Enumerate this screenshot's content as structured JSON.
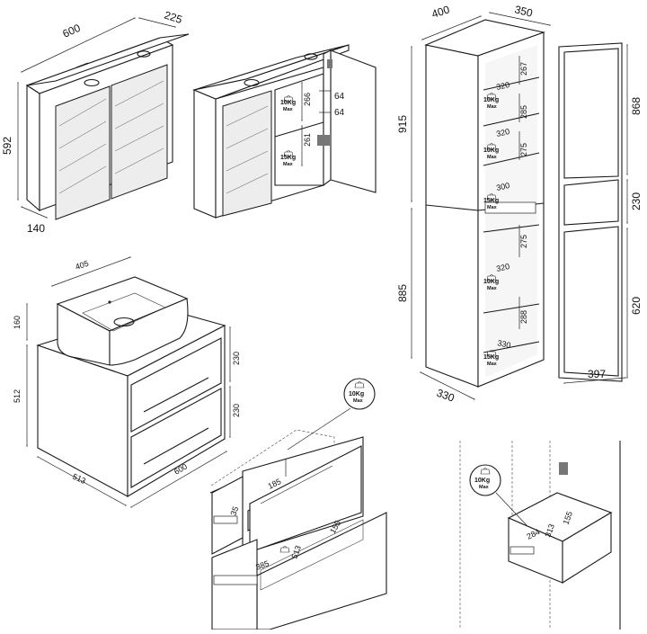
{
  "labels": {
    "mirror_width": "600",
    "mirror_depth": "225",
    "mirror_height": "592",
    "mirror_bottom_depth": "140",
    "mirror_open_266": "266",
    "mirror_open_261": "261",
    "mirror_open_64a": "64",
    "mirror_open_64b": "64",
    "tall_width": "400",
    "tall_depth": "350",
    "tall_upper_height": "915",
    "tall_lower_height": "885",
    "tall_bottom_depth": "330",
    "tall_int_267": "267",
    "tall_int_285": "285",
    "tall_int_275a": "275",
    "tall_int_275b": "275",
    "tall_int_288": "288",
    "tall_int_320a": "320",
    "tall_int_320b": "320",
    "tall_int_300": "300",
    "tall_int_320c": "320",
    "tall_int_330": "330",
    "tall_front_868": "868",
    "tall_front_230": "230",
    "tall_front_620": "620",
    "tall_front_397": "397",
    "vanity_basin_width": "405",
    "vanity_basin_height": "160",
    "vanity_height": "512",
    "vanity_depth": "513",
    "vanity_width": "600",
    "vanity_drawer_230a": "230",
    "vanity_drawer_230b": "230",
    "drawers_185": "185",
    "drawers_35": "35",
    "drawers_155": "155",
    "drawers_385": "385",
    "drawers_513": "513",
    "drawer_284": "284",
    "drawer_313": "313",
    "drawer_155": "155",
    "weight_10": "10Kg",
    "weight_15": "15Kg",
    "weight_max": "Max"
  }
}
